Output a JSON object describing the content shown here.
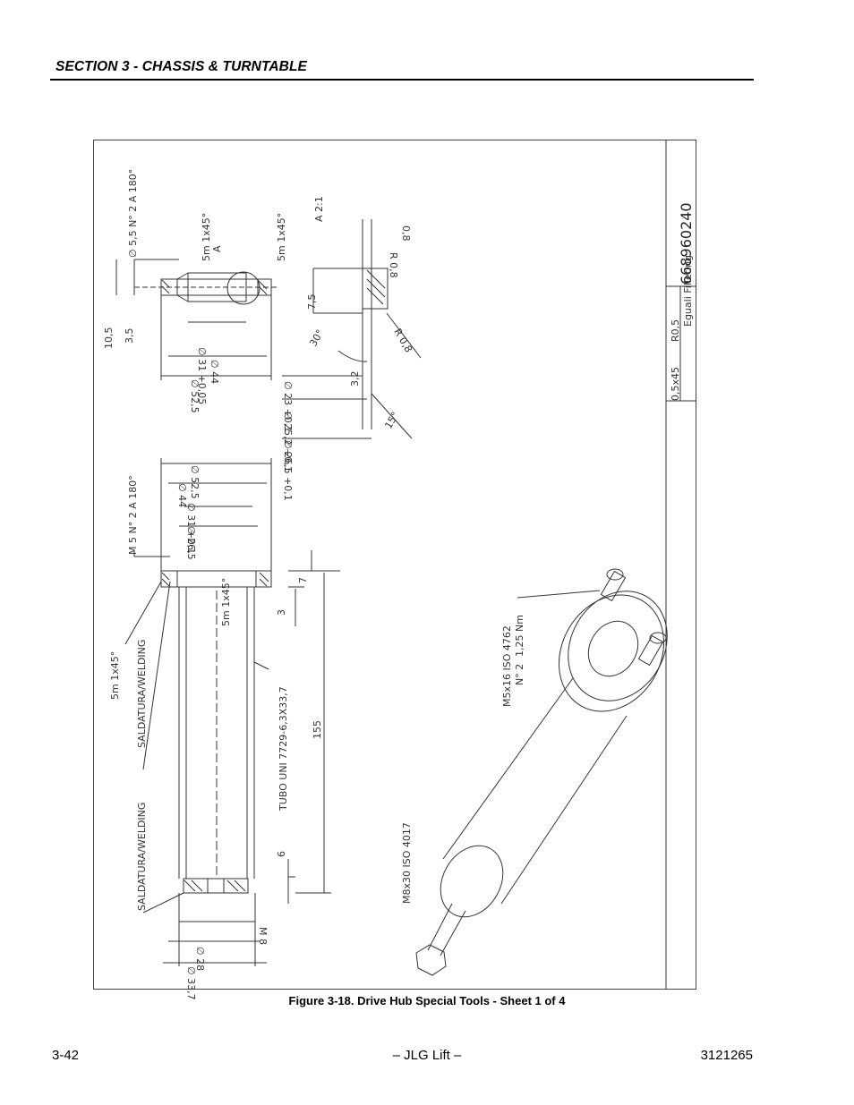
{
  "header": {
    "section": "SECTION 3 - CHASSIS & TURNTABLE"
  },
  "drawing": {
    "part_number": "668960240",
    "title_block": {
      "chamfer": "0,5x45",
      "roughness": "R0,5",
      "note": "Eguali Filleting"
    },
    "top_part": {
      "pin_hole": "∅ 5,5 N° 2 A 180°",
      "chamfer_a": "5m 1x45°",
      "chamfer_b": "5m 1x45°",
      "ref_a": "A",
      "dims": [
        "10,5",
        "3,5",
        "∅ 31 +0,05",
        "∅ 44",
        "∅ 52,5"
      ]
    },
    "detail": {
      "scale": "A 2:1",
      "dims": [
        "0,8",
        "R 0,8",
        "7,5",
        "R 0,8",
        "30°",
        "∅ 23 +0,1",
        "∅ 25,2 +0,1",
        "∅ 26,5 +0,1",
        "15°",
        "3,2"
      ]
    },
    "tube_part": {
      "top_dims": [
        "∅ 52,5",
        "∅ 44",
        "∅ 31 +0,1",
        "∅ 26,5"
      ],
      "pin_hole": "M 5 N° 2 A 180°",
      "chamfer": "5m 1x45°",
      "chamfer_left": "5m 1x45°",
      "welding_1": "SALDATURA/WELDING",
      "welding_2": "SALDATURA/WELDING",
      "tube_spec": "TUBO UNI 7729-6,3X33,7",
      "length": "155",
      "dims": [
        "7",
        "3",
        "6"
      ],
      "bottom_dims": [
        "M 8",
        "∅ 28",
        "∅ 33,7"
      ]
    },
    "iso_labels": {
      "screw_top": "M5x16 ISO 4762",
      "screw_qty": "N° 2",
      "torque": "1,25 Nm",
      "screw_bottom": "M8x30 ISO 4017"
    }
  },
  "caption": "Figure 3-18.  Drive Hub Special Tools - Sheet 1 of 4",
  "footer": {
    "page": "3-42",
    "brand": "– JLG Lift –",
    "doc": "3121265"
  }
}
